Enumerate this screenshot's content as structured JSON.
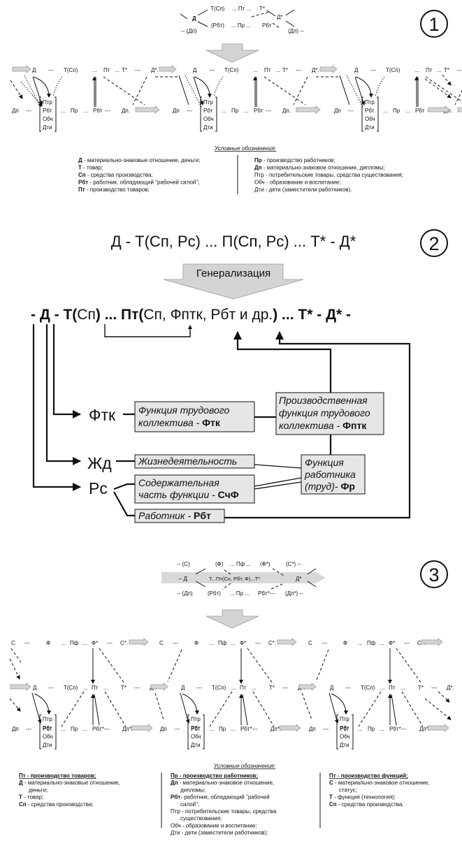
{
  "circle_numbers": [
    "1",
    "2",
    "3"
  ],
  "s1": {
    "formula": {
      "r1a": "Д",
      "r1b": "Т(Сп)",
      "r1c": "... Пт ...",
      "r1d": "Т*",
      "r1e": "Д*",
      "r2a": "-- (Дп)",
      "r2b": "(Рбт)",
      "r2c": "... Пр ...",
      "r2d": "Рбт",
      "r2e": "(Дп) --"
    },
    "chain_top": [
      "Д",
      "---",
      "Т(Сп)",
      "...",
      "Пт",
      "...",
      "Т*",
      "---",
      "Д*."
    ],
    "chain_bottom": [
      "Дп",
      "---",
      "Рбт",
      "...",
      "Пр",
      "...",
      "Рбт",
      "---",
      "Дп."
    ],
    "stack": [
      "Птр",
      "Обч",
      "Дти"
    ],
    "legend_title": "Условные обозначения:",
    "legend_left": [
      {
        "k": "Д",
        "v": " - материально-знаковые отношение, деньги;"
      },
      {
        "k": "Т",
        "v": " - товар;"
      },
      {
        "k": "Сп",
        "v": " - средства производства;"
      },
      {
        "k": "Рбт",
        "v": " - работник, обладающий \"рабочей силой\";"
      },
      {
        "k": "Пт",
        "v": " - производство товаров;"
      }
    ],
    "legend_right": [
      {
        "k": "Пр",
        "v": " - производство работников;"
      },
      {
        "k": "Дп",
        "v": " - материально-знаковое отношение, дипломы;"
      },
      {
        "k": "",
        "v": "Птр - потребительские товары, средства существования;"
      },
      {
        "k": "",
        "v": "Обч - образование и воспитание;"
      },
      {
        "k": "",
        "v": "Дти - дети (заместители работников)."
      }
    ]
  },
  "s2": {
    "formula": "Д - Т(Сп, Рс) ... П(Сп, Рс) ... Т* - Д*",
    "generalization": "Генерализация",
    "main": {
      "p1": "- ",
      "p2": "Д",
      "p3": " - ",
      "p4": "Т(",
      "p5": "Сп",
      "p6": ") ... ",
      "p7": "Пт(",
      "p8": "Сп, Фптк, Рбт и др.",
      "p9": ") ... ",
      "p10": "Т* - Д* -"
    },
    "labels": {
      "ftk": "Фтк",
      "zhd": "Жд",
      "rs": "Рс"
    },
    "boxes": {
      "ftk_l1": "Функция трудового",
      "ftk_l2": "коллектива - ",
      "ftk_b": "Фтк",
      "fptk_l1": "Производственная",
      "fptk_l2": "функция трудового",
      "fptk_l3": "коллектива - ",
      "fptk_b": "Фптк",
      "zhd": "Жизнедеятельность",
      "fr_l1": "Функция",
      "fr_l2": "работника",
      "fr_l3": "(труд)- ",
      "fr_b": "Фр",
      "scf_l1": "Содержательная",
      "scf_l2": "часть функции - ",
      "scf_b": "СчФ",
      "rbt_l": "Работник - ",
      "rbt_b": "Рбт"
    }
  },
  "s3": {
    "formula": {
      "r1": [
        "-- (С)",
        "(Ф)",
        "... Пф ...",
        "(Ф*)",
        "(С*) --"
      ],
      "r2": [
        "-- Д",
        "Т...Пт(Сн, Рбт, Ф)...Т*",
        "Д*"
      ],
      "r3": [
        "-- (Дп)",
        "(Рбт)",
        "... Пр ...",
        "Рбт*---",
        "(Дп*) --"
      ]
    },
    "chain_top": [
      "С",
      "---",
      "Ф",
      "...",
      "Пф",
      "...",
      "Ф*",
      "---",
      "С*."
    ],
    "chain_mid": [
      "Д",
      "---",
      "Т(Сп)",
      "...",
      "Пт",
      "...",
      "Т*",
      "---",
      "Д*."
    ],
    "chain_bottom": [
      "Дп",
      "---",
      "Рбт",
      "...",
      "Пр",
      "...",
      "Рбт*---",
      "Дп*."
    ],
    "stack": [
      "Птр",
      "Рбт",
      "Обч",
      "Дти"
    ],
    "legend_title": "Условные обозначения:",
    "legend_col1": [
      {
        "k": "Пт - производство товаров;",
        "v": "",
        "u": true
      },
      {
        "k": "Д",
        "v": " - материально-знаковые отношение,"
      },
      {
        "k": "",
        "v": "деньги;"
      },
      {
        "k": "Т",
        "v": " - товар;"
      },
      {
        "k": "Сп",
        "v": " - средства производства;"
      }
    ],
    "legend_col2": [
      {
        "k": "Пр - производство работников;",
        "v": "",
        "u": true
      },
      {
        "k": "Дп",
        "v": " - материально-знаковое отношение,"
      },
      {
        "k": "",
        "v": "дипломы;"
      },
      {
        "k": "Рбт",
        "v": "- работник, обладающий \"рабочей"
      },
      {
        "k": "",
        "v": "силой\";"
      },
      {
        "k": "",
        "v": "Птр - потребительские товары, средства"
      },
      {
        "k": "",
        "v": "существования;"
      },
      {
        "k": "",
        "v": "Обч - образование и воспитание;"
      },
      {
        "k": "",
        "v": "Дти - дети (заместители работников);"
      }
    ],
    "legend_col3": [
      {
        "k": "Пт - производство функций;",
        "v": "",
        "u": true
      },
      {
        "k": "С",
        "v": " - материально-знаковое отношение,"
      },
      {
        "k": "",
        "v": "статус;"
      },
      {
        "k": "Т",
        "v": " - функция (технология);"
      },
      {
        "k": "Сп",
        "v": " - средства производства."
      }
    ]
  }
}
